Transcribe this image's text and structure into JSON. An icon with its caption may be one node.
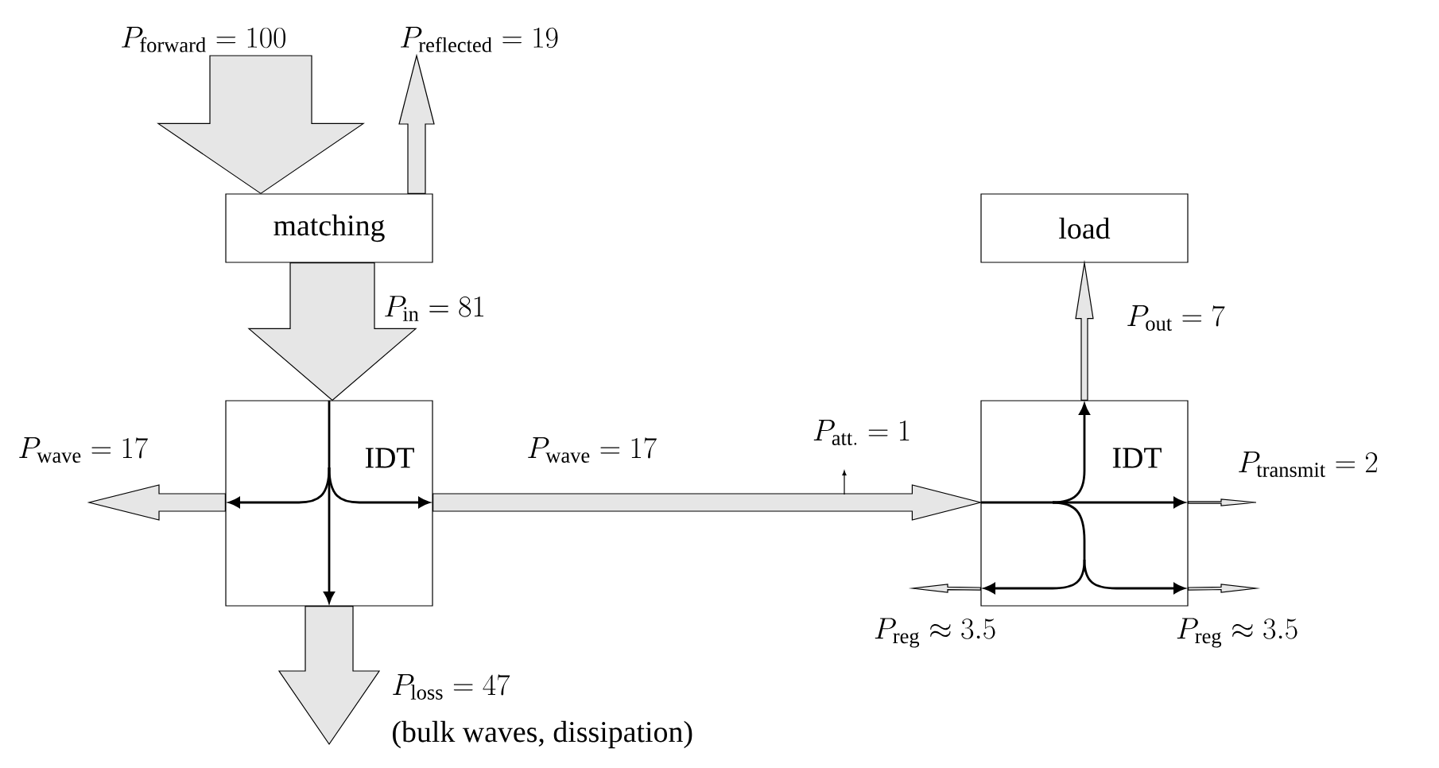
{
  "diagram": {
    "nodes": [
      {
        "text": [
          "matching"
        ]
      },
      {
        "text": [
          "load"
        ]
      },
      {
        "text": [
          "IDT"
        ]
      },
      {
        "text": [
          "IDT"
        ]
      }
    ],
    "edges": [
      {
        "from": null,
        "to": 0,
        "arrow": "to",
        "label": "P_\\mathrm{forward} = 100"
      },
      {
        "from": 0,
        "to": null,
        "arrow": "to",
        "label": "P_\\mathrm{reflected} = 19"
      },
      {
        "from": 0,
        "to": 2,
        "arrow": "to",
        "label": "P_\\mathrm{in} = 81"
      },
      {
        "from": 2,
        "to": null,
        "arrow": "to",
        "label": "P_\\mathrm{wave} = 17"
      },
      {
        "from": 2,
        "to": 3,
        "arrow": "to",
        "label": "P_\\mathrm{wave} = 17"
      },
      {
        "from": 2,
        "to": null,
        "arrow": "to",
        "label": "P_\\mathrm{loss} = 47"
      },
      {
        "from": 3,
        "to": 1,
        "arrow": "to",
        "label": "P_\\mathrm{out} = 7"
      },
      {
        "from": 3,
        "to": null,
        "arrow": "to",
        "label": "P_\\mathrm{transmit} = 2"
      },
      {
        "from": 3,
        "to": null,
        "arrow": "to",
        "label": "P_\\mathrm{reg} \\approx 3.5"
      },
      {
        "from": 3,
        "to": null,
        "arrow": "to",
        "label": "P_\\mathrm{reg} \\approx 3.5"
      }
    ],
    "labels": [
      "P_\\mathrm{att.} = 1",
      "(bulk waves, dissipation)"
    ]
  }
}
